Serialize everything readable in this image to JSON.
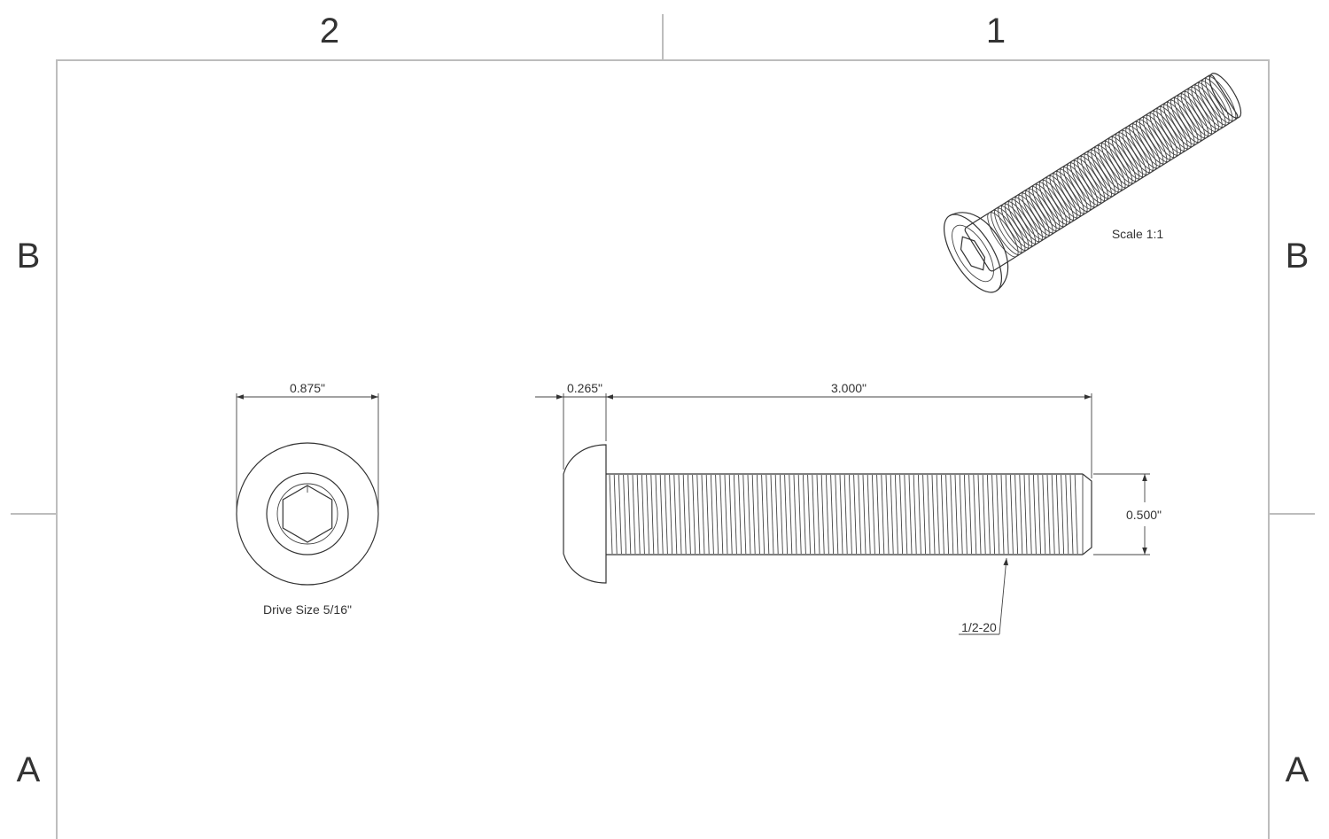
{
  "zones": {
    "col_left": "2",
    "col_right": "1",
    "row_top_left": "B",
    "row_top_right": "B",
    "row_bottom_left": "A",
    "row_bottom_right": "A"
  },
  "dimensions": {
    "head_diameter": "0.875\"",
    "head_height": "0.265\"",
    "length": "3.000\"",
    "thread_diameter": "0.500\"",
    "thread_spec": "1/2-20"
  },
  "notes": {
    "drive_size": "Drive Size 5/16\"",
    "scale": "Scale 1:1"
  },
  "colors": {
    "line": "#333333",
    "frame": "#bdbdbd"
  }
}
